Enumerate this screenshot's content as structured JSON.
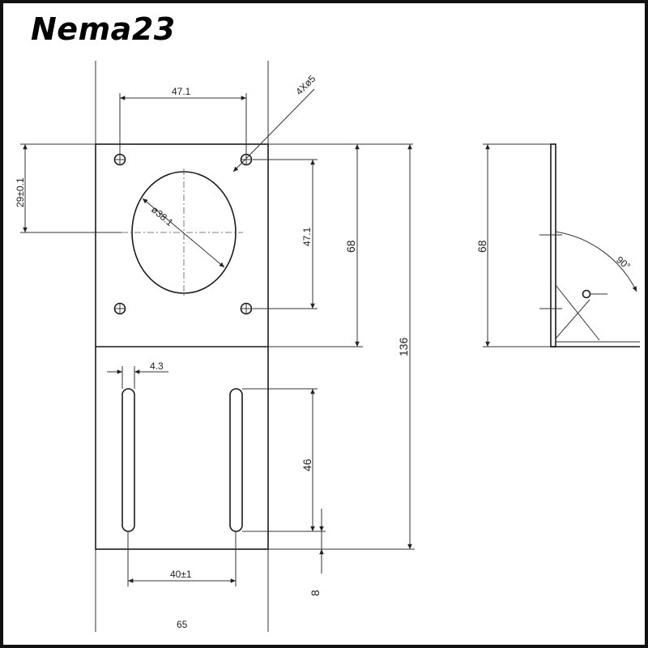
{
  "title": "Nema23",
  "dimensions": {
    "hole_spacing_top": "47.1",
    "hole_callout": "4Xø5",
    "bore_diameter": "ø38.1",
    "bore_offset": "29±0.1",
    "hole_spacing_side": "47.1",
    "mount_height": "68",
    "total_height": "136",
    "slot_width": "4.3",
    "slot_length": "46",
    "slot_spacing": "40±1",
    "bottom_margin": "8",
    "plate_width": "65",
    "side_height": "68",
    "bend_angle": "90°"
  }
}
